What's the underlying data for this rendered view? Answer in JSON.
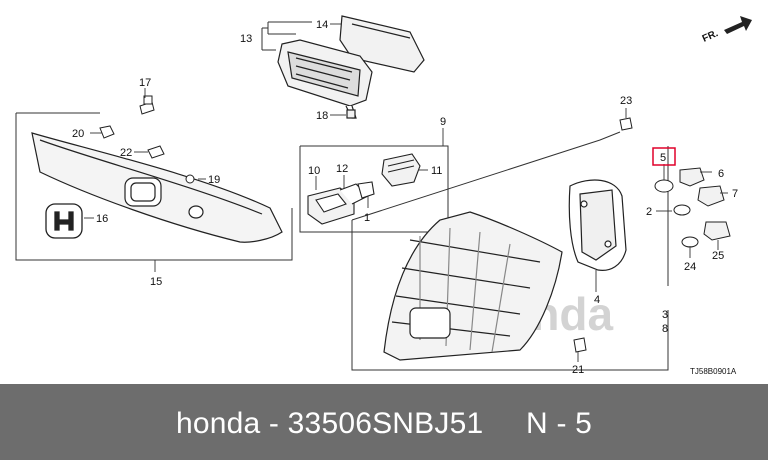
{
  "diagram": {
    "callouts": [
      "1",
      "2",
      "3",
      "4",
      "5",
      "6",
      "7",
      "8",
      "9",
      "10",
      "11",
      "12",
      "13",
      "14",
      "15",
      "16",
      "17",
      "18",
      "19",
      "20",
      "21",
      "22",
      "23",
      "24",
      "25"
    ],
    "highlighted_callout": "5",
    "highlight_color": "#e0002a",
    "orientation_label": "FR.",
    "drawing_code": "TJ58B0901A",
    "watermark_text": "Honda",
    "line_color": "#222222"
  },
  "footer": {
    "brand": "honda",
    "separator": "-",
    "part_number": "33506SNBJ51",
    "position_label": "N - 5",
    "background": "#6d6d6d"
  }
}
